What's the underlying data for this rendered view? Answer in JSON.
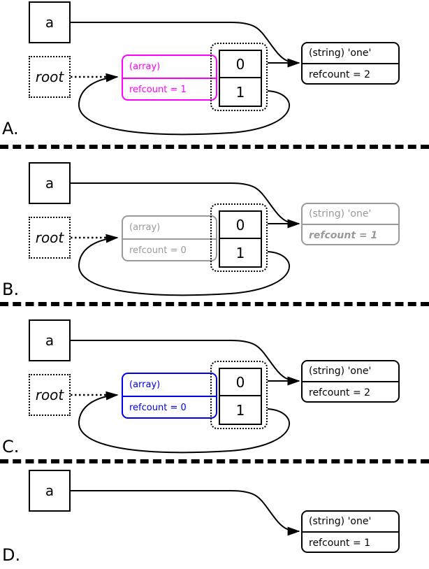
{
  "diagram": {
    "title": "PHP reference counting / garbage collection states",
    "colors": {
      "black": "#000000",
      "magenta": "#ff00ff",
      "blue": "#0000ee",
      "gray": "#999999",
      "background": "#ffffff"
    }
  },
  "panels": [
    {
      "id": "A",
      "label": "A.",
      "variable": {
        "name": "a"
      },
      "root": {
        "name": "root"
      },
      "array": {
        "type_label": "(array)",
        "refcount_label": "refcount = 1",
        "color": "#ff00ff",
        "state": "highlighted-magenta"
      },
      "cells": [
        {
          "index_label": "0"
        },
        {
          "index_label": "1"
        }
      ],
      "string": {
        "type_label": "(string) 'one'",
        "refcount_label": "refcount = 2",
        "color": "#000000",
        "state": "normal"
      }
    },
    {
      "id": "B",
      "label": "B.",
      "variable": {
        "name": "a"
      },
      "root": {
        "name": "root"
      },
      "array": {
        "type_label": "(array)",
        "refcount_label": "refcount = 0",
        "color": "#999999",
        "state": "dimmed-gray"
      },
      "cells": [
        {
          "index_label": "0"
        },
        {
          "index_label": "1"
        }
      ],
      "string": {
        "type_label": "(string) 'one'",
        "refcount_label": "refcount = 1",
        "color": "#999999",
        "state": "dimmed-gray-bold-italic"
      }
    },
    {
      "id": "C",
      "label": "C.",
      "variable": {
        "name": "a"
      },
      "root": {
        "name": "root"
      },
      "array": {
        "type_label": "(array)",
        "refcount_label": "refcount = 0",
        "color": "#0000ee",
        "state": "highlighted-blue"
      },
      "cells": [
        {
          "index_label": "0"
        },
        {
          "index_label": "1"
        }
      ],
      "string": {
        "type_label": "(string) 'one'",
        "refcount_label": "refcount = 2",
        "color": "#000000",
        "state": "normal"
      }
    },
    {
      "id": "D",
      "label": "D.",
      "variable": {
        "name": "a"
      },
      "string": {
        "type_label": "(string) 'one'",
        "refcount_label": "refcount = 1",
        "color": "#000000",
        "state": "normal"
      }
    }
  ]
}
